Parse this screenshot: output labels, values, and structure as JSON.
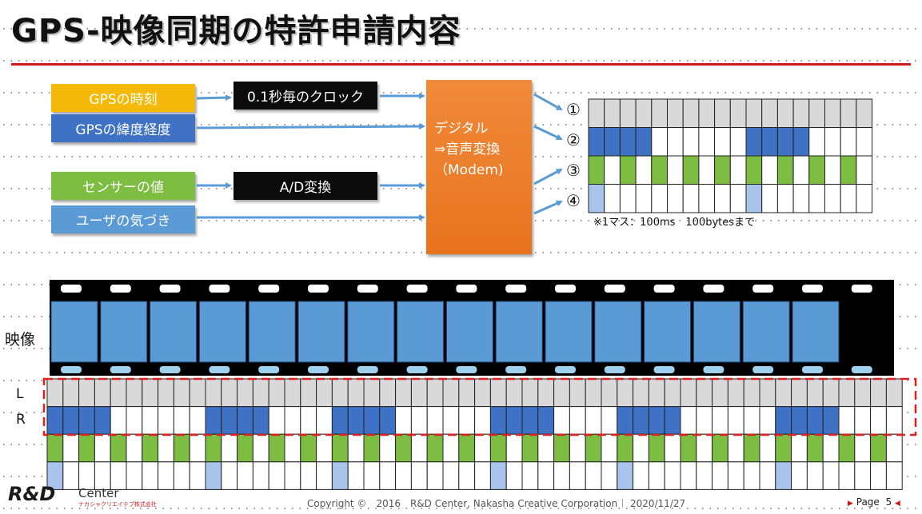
{
  "title": "GPS-映像同期の特許申請内容",
  "inputs": {
    "gps_time": "GPSの時刻",
    "gps_latlon": "GPSの緯度経度",
    "sensor": "センサーの値",
    "user": "ユーザの気づき"
  },
  "converters": {
    "clock": "0.1秒毎のクロック",
    "ad": "A/D変換"
  },
  "modem": {
    "line1": "デジタル",
    "line2": "⇒音声変換",
    "line3": "（Modem)"
  },
  "channels": [
    "①",
    "②",
    "③",
    "④"
  ],
  "grid_note": "※1マス：100ms　100bytesまで",
  "video_label": "映像",
  "lr_labels": {
    "l": "L",
    "r": "R"
  },
  "colors": {
    "gray": "#d9d9d9",
    "blue": "#3f71c4",
    "green": "#7dbd42",
    "lightblue": "#a9c4ea",
    "frame": "#5b9bd5",
    "red": "#d11919"
  },
  "grid_pattern": {
    "row2_blue_columns": [
      0,
      1,
      2,
      3,
      10,
      11,
      12,
      13
    ],
    "row3_green_columns": [
      0,
      2,
      4,
      6,
      8,
      10,
      12,
      14,
      16
    ],
    "row4_lightblue_columns": [
      0,
      10
    ]
  },
  "bottom_pattern": {
    "row2_blue_columns": [
      0,
      1,
      2,
      3,
      10,
      11,
      12,
      13,
      18,
      19,
      20,
      21,
      28,
      29,
      30,
      31,
      36,
      37,
      38,
      39,
      46,
      47,
      48,
      49
    ],
    "row3_green_columns": [
      0,
      2,
      4,
      6,
      8,
      10,
      12,
      14,
      16,
      18,
      20,
      22,
      24,
      26,
      28,
      30,
      32,
      34,
      36,
      38,
      40,
      42,
      44,
      46,
      48,
      50,
      52
    ],
    "row4_lightblue_columns": [
      0,
      10,
      18,
      28,
      36,
      46
    ]
  },
  "footer": {
    "copyright": "Copyright ©　2016　R&D Center, Nakasha Creative Corporation｜ 2020/11/27",
    "page_label": "Page",
    "page_number": "5"
  },
  "logo": {
    "main": "R&D",
    "center": "Center",
    "sub": "ナカシャクリエイテブ株式会社"
  }
}
